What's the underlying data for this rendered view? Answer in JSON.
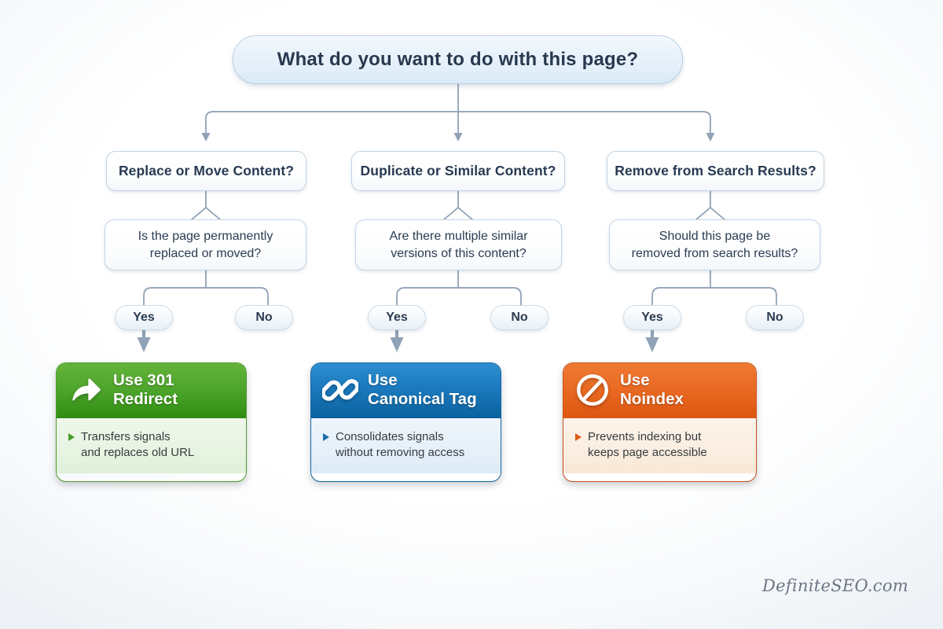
{
  "diagram": {
    "title": "What do you want to do with this page?",
    "watermark": "DefiniteSEO.com",
    "colors": {
      "line": "#8c9db3",
      "arrow": "#90a2b7",
      "node_border": "#c3d4e4",
      "text": "#283a52",
      "green": "#4fa62c",
      "blue": "#1b79bd",
      "orange": "#e96a23"
    },
    "branches": [
      {
        "category": "Replace or Move Content?",
        "question": "Is the page permanently\nreplaced or moved?",
        "yes_label": "Yes",
        "no_label": "No",
        "result": {
          "icon": "curved-redirect-arrow-icon",
          "heading": "Use 301\nRedirect",
          "bullet": "Transfers signals\nand replaces old URL",
          "accent": "green"
        }
      },
      {
        "category": "Duplicate or Similar Content?",
        "question": "Are there multiple similar\nversions of this content?",
        "yes_label": "Yes",
        "no_label": "No",
        "result": {
          "icon": "chain-link-icon",
          "heading": "Use\nCanonical Tag",
          "bullet": "Consolidates signals\nwithout removing access",
          "accent": "blue"
        }
      },
      {
        "category": "Remove from Search Results?",
        "question": "Should this page be\nremoved from search results?",
        "yes_label": "Yes",
        "no_label": "No",
        "result": {
          "icon": "prohibition-sign-icon",
          "heading": "Use\nNoindex",
          "bullet": "Prevents indexing but\nkeeps page accessible",
          "accent": "orange"
        }
      }
    ]
  }
}
